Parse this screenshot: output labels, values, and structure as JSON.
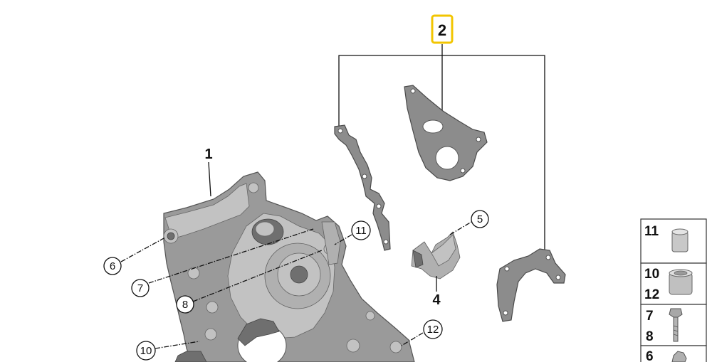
{
  "callouts": {
    "c1": "1",
    "c2": "2",
    "c4": "4",
    "c5": "5",
    "c6": "6",
    "c7": "7",
    "c8": "8",
    "c10": "10",
    "c11": "11",
    "c12": "12"
  },
  "legend": {
    "rows": [
      {
        "labels": [
          "11"
        ]
      },
      {
        "labels": [
          "10",
          "12"
        ]
      },
      {
        "labels": [
          "7",
          "8"
        ]
      },
      {
        "labels": [
          "6"
        ]
      }
    ]
  },
  "colors": {
    "highlight": "#f2c500",
    "part_gray": "#8c8c8c",
    "line": "#111111"
  }
}
